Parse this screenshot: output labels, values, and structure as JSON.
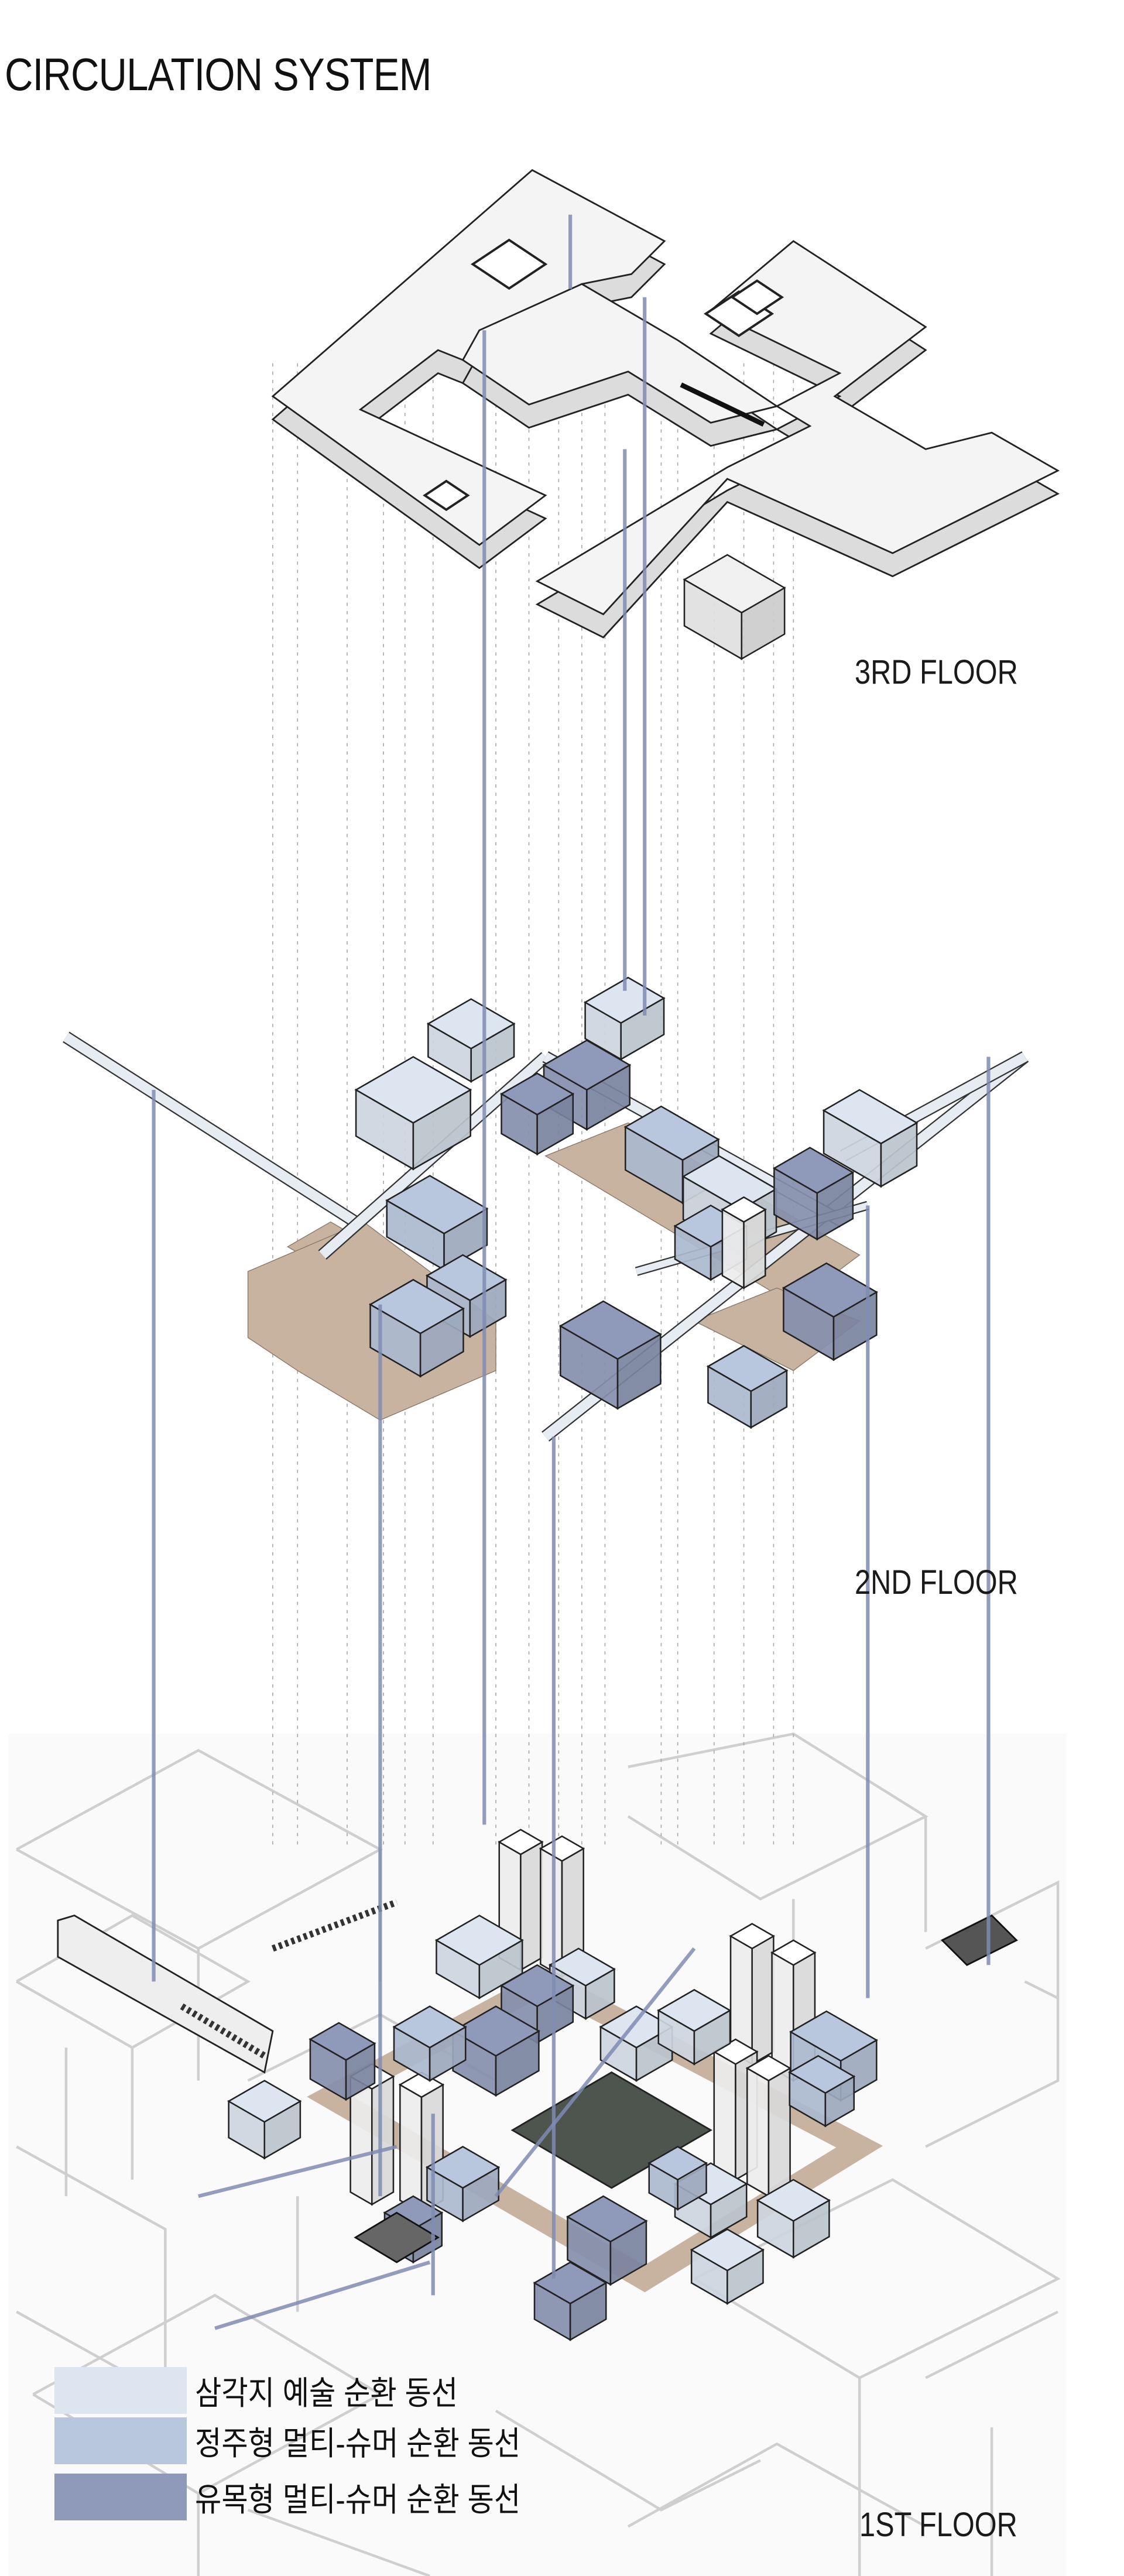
{
  "title": "CIRCULATION SYSTEM",
  "floors": {
    "third": "3RD FLOOR",
    "second": "2ND FLOOR",
    "first": "1ST FLOOR"
  },
  "legend": [
    {
      "label": "삼각지 예술 순환 동선",
      "color": "#dce5f0"
    },
    {
      "label": "정주형 멀티-슈머 순환 동선",
      "color": "#b8c6de"
    },
    {
      "label": "유목형 멀티-슈머 순환 동선",
      "color": "#8f9aba"
    }
  ],
  "colors": {
    "circulation_line": "#7f8cb3",
    "deck": "#c8b3a0",
    "roof": "#f4f4f4",
    "context": "#cfcfcf"
  }
}
